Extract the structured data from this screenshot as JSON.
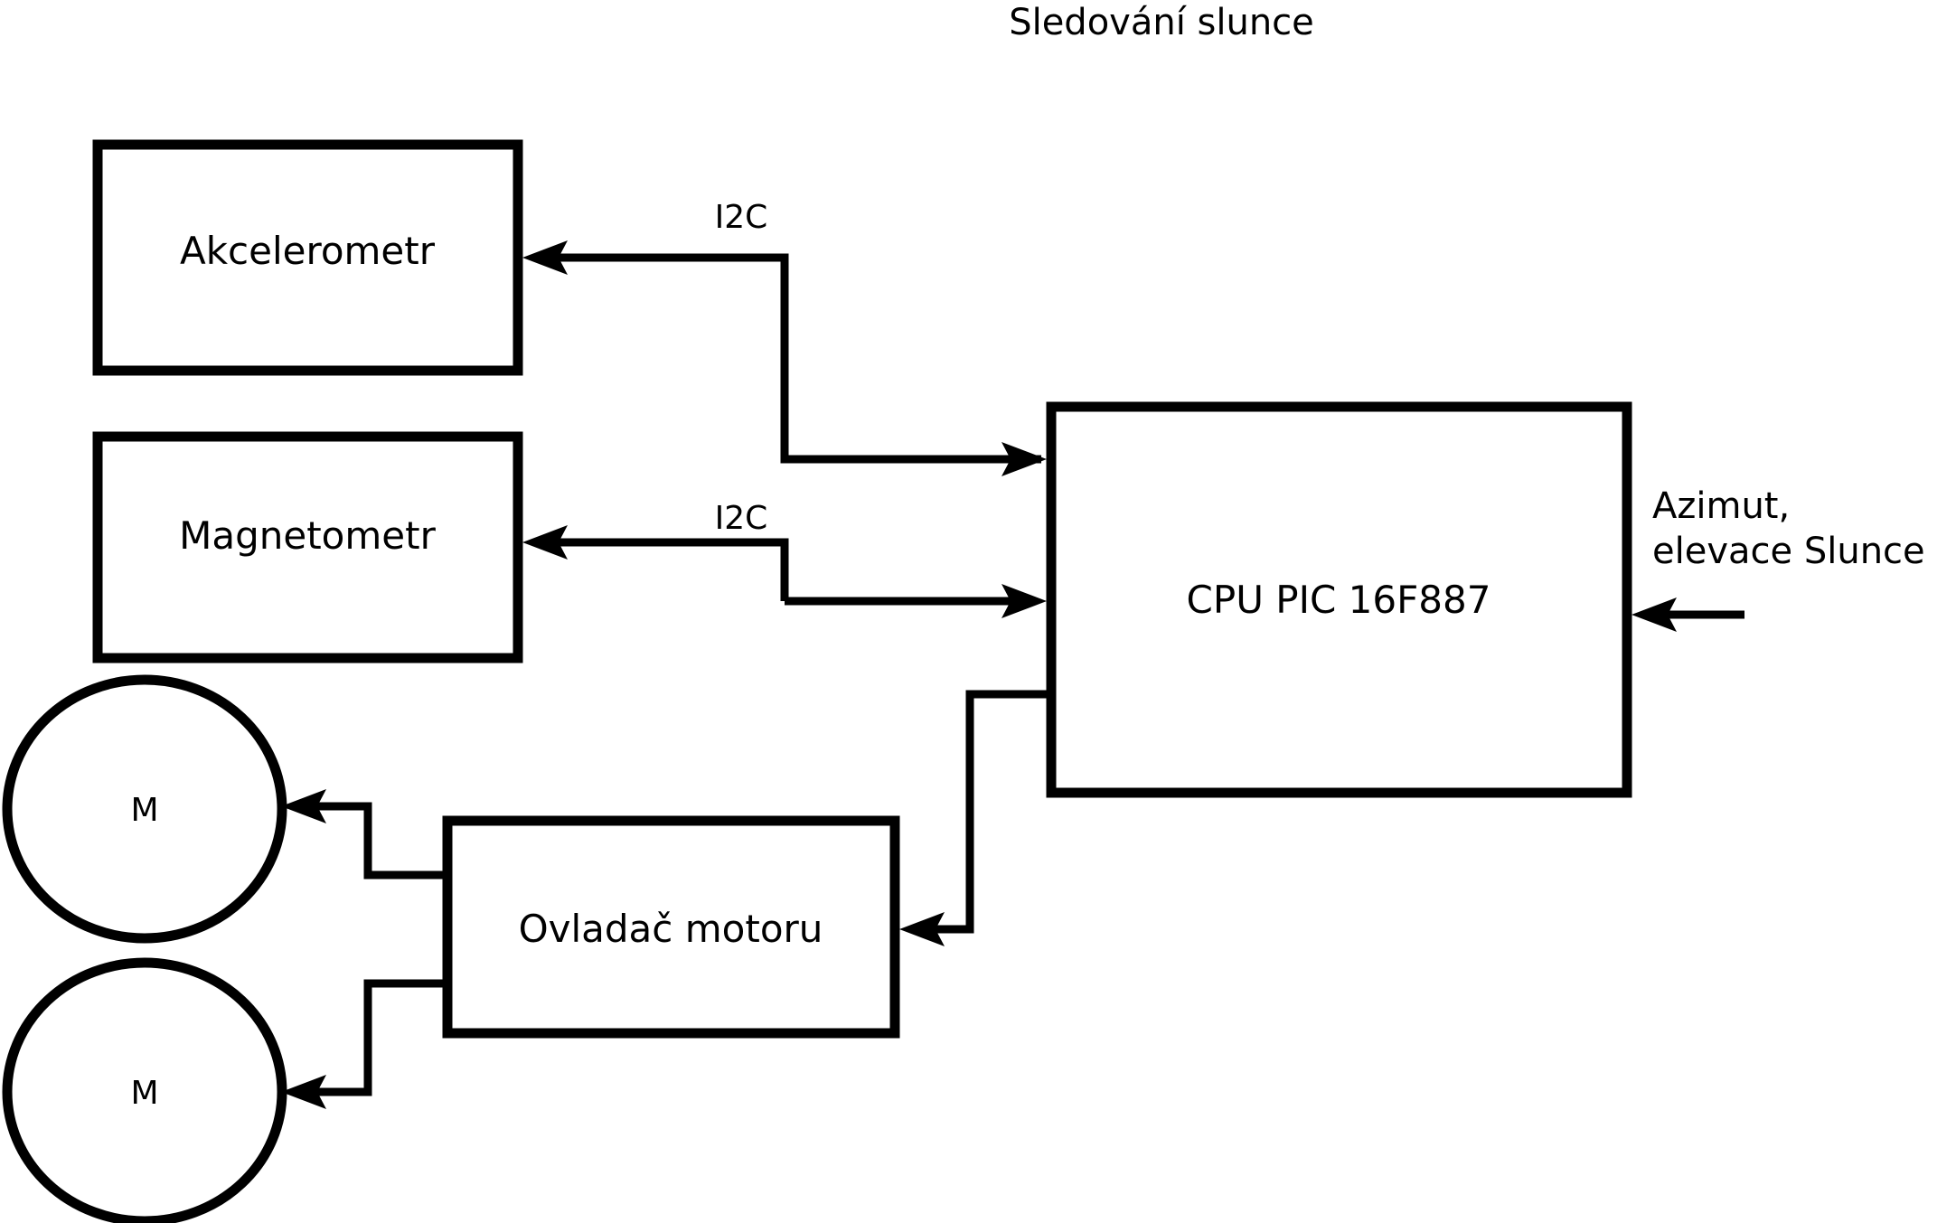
{
  "diagram": {
    "title": "Sledování slunce",
    "background_color": "#ffffff",
    "line_color": "#000000",
    "nodes": {
      "accelerometer": {
        "label": "Akcelerometr",
        "shape": "rectangle"
      },
      "magnetometer": {
        "label": "Magnetometr",
        "shape": "rectangle"
      },
      "cpu": {
        "label": "CPU PIC 16F887",
        "shape": "rectangle"
      },
      "motor_driver": {
        "label": "Ovladač motoru",
        "shape": "rectangle"
      },
      "motor_top": {
        "label": "M",
        "shape": "ellipse"
      },
      "motor_bottom": {
        "label": "M",
        "shape": "ellipse"
      }
    },
    "edge_labels": {
      "accelerometer_bus": "I2C",
      "magnetometer_bus": "I2C"
    },
    "external_input": {
      "line1": "Azimut,",
      "line2": "elevace Slunce"
    }
  }
}
